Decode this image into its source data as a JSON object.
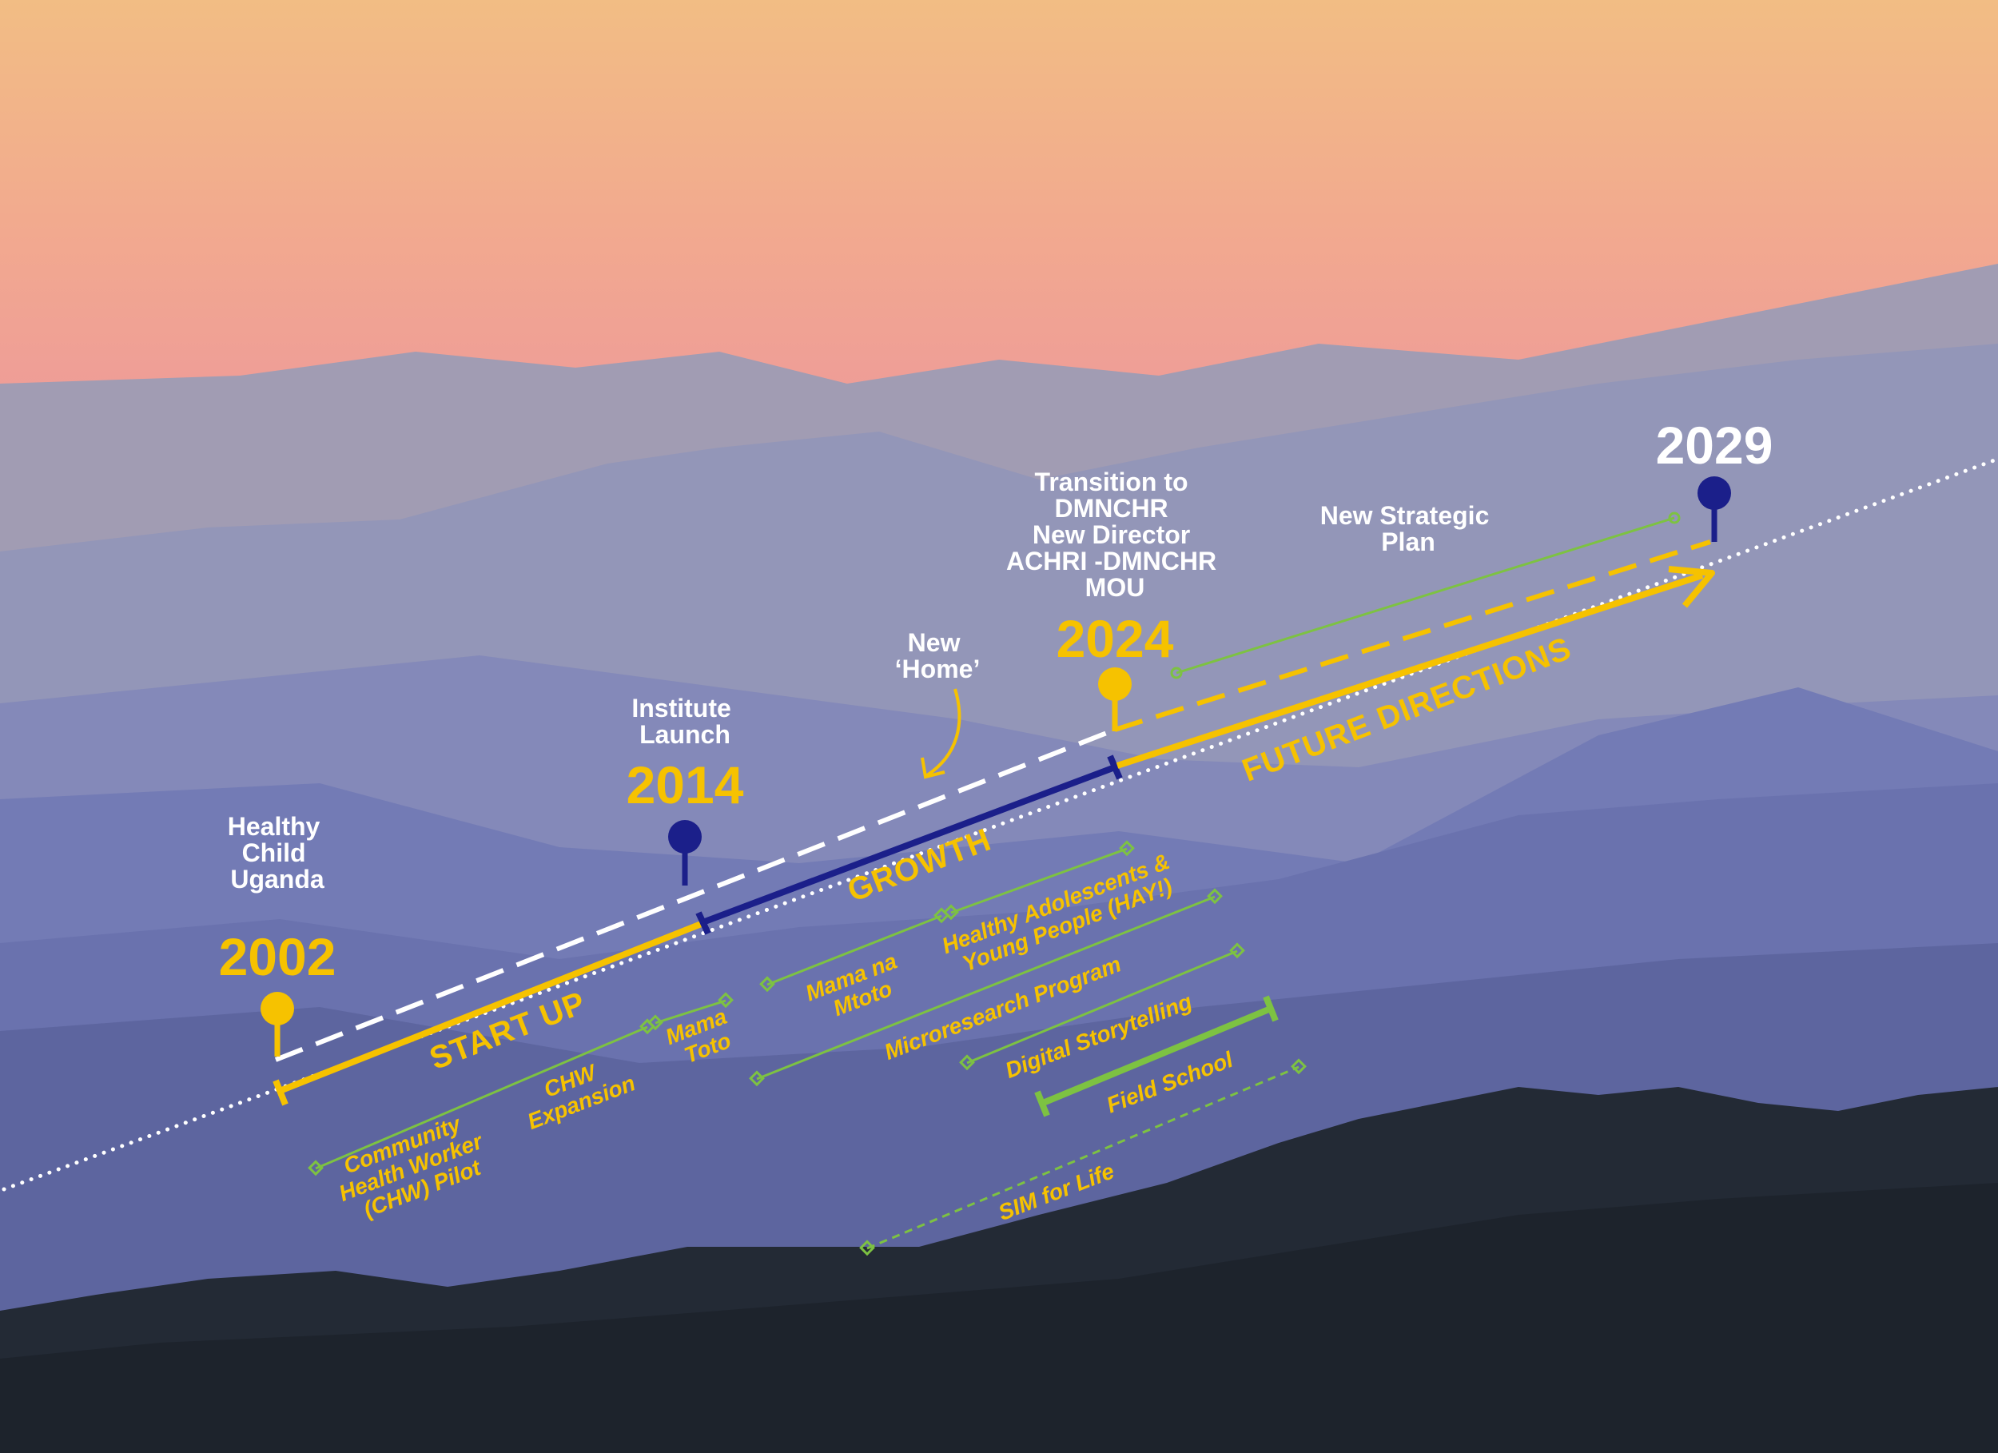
{
  "colors": {
    "yellow": "#f6c200",
    "navy": "#1b1f8a",
    "green": "#7dc242",
    "white": "#ffffff"
  },
  "milestones": [
    {
      "year": "2002",
      "label": [
        "Healthy",
        "Child",
        "Uganda"
      ]
    },
    {
      "year": "2014",
      "label": [
        "Institute",
        "Launch"
      ]
    },
    {
      "year": "2024",
      "label": [
        "Transition to",
        "DMNCHR",
        "New Director",
        "ACHRI -DMNCHR",
        "MOU"
      ]
    },
    {
      "year": "2029",
      "label": []
    }
  ],
  "annotations": {
    "new_home": [
      "New",
      "‘Home’"
    ],
    "strategic_plan": [
      "New Strategic",
      "Plan"
    ]
  },
  "phases": {
    "start_up": "START UP",
    "growth": "GROWTH",
    "future": "FUTURE DIRECTIONS"
  },
  "programs": {
    "chw_pilot": [
      "Community",
      "Health Worker",
      "(CHW) Pilot"
    ],
    "chw_expansion": [
      "CHW",
      "Expansion"
    ],
    "mama_toto": [
      "Mama",
      "Toto"
    ],
    "mama_na_mtoto": [
      "Mama na",
      "Mtoto"
    ],
    "hay": [
      "Healthy Adolescents &",
      "Young People (HAY!)"
    ],
    "microresearch": "Microresearch Program",
    "storytelling": "Digital Storytelling",
    "field_school": "Field School",
    "sim_for_life": "SIM for Life"
  }
}
